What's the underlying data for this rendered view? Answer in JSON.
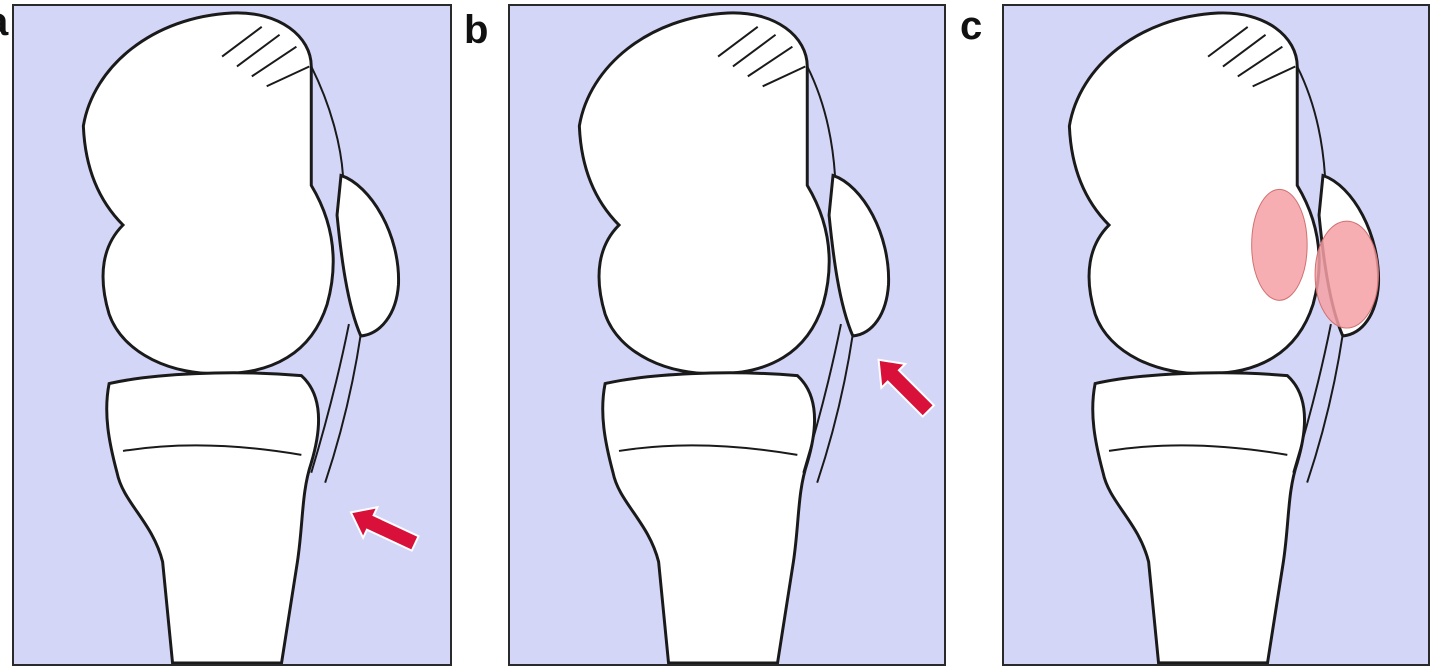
{
  "figure": {
    "panels": [
      {
        "label": "a"
      },
      {
        "label": "b"
      },
      {
        "label": "c"
      }
    ]
  },
  "colors": {
    "panel_background": "#d4d6f8",
    "bone": "#ffffff",
    "outline": "#1a1a1a",
    "arrow": "#d8103a",
    "lesion": "#f4a0a4"
  },
  "icons": {
    "arrow_panel_a": "red-arrow-icon",
    "arrow_panel_b": "red-arrow-icon",
    "lesion_panel_c": "red-lesion-icon"
  }
}
